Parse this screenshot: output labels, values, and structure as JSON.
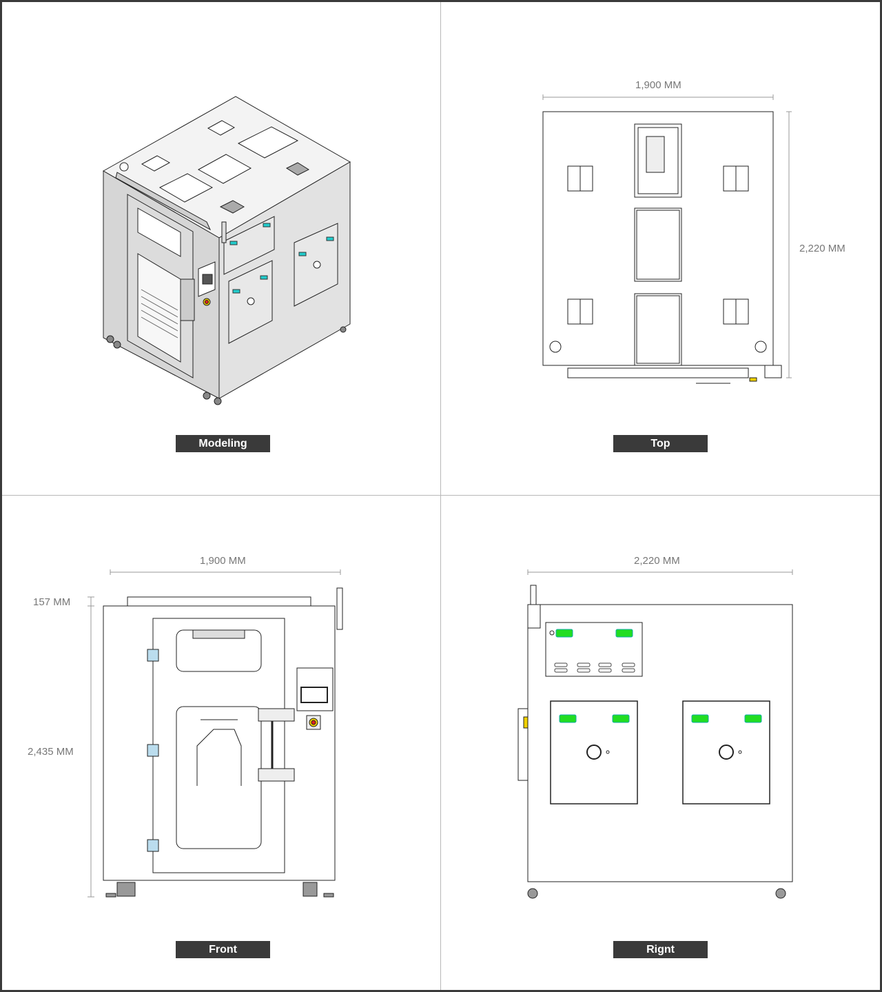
{
  "panels": {
    "modeling": {
      "label": "Modeling"
    },
    "top": {
      "label": "Top",
      "width_dim": "1,900 MM",
      "depth_dim": "2,220 MM"
    },
    "front": {
      "label": "Front",
      "width_dim": "1,900 MM",
      "top_dim": "157 MM",
      "height_dim": "2,435 MM"
    },
    "right": {
      "label": "Rignt",
      "depth_dim": "2,220 MM"
    }
  },
  "colors": {
    "label_bg": "#3a3a3a",
    "indicator_green": "#22dd22",
    "indicator_cyan": "#22cccc",
    "estop_red": "#e02020",
    "estop_yellow": "#f0d000"
  }
}
